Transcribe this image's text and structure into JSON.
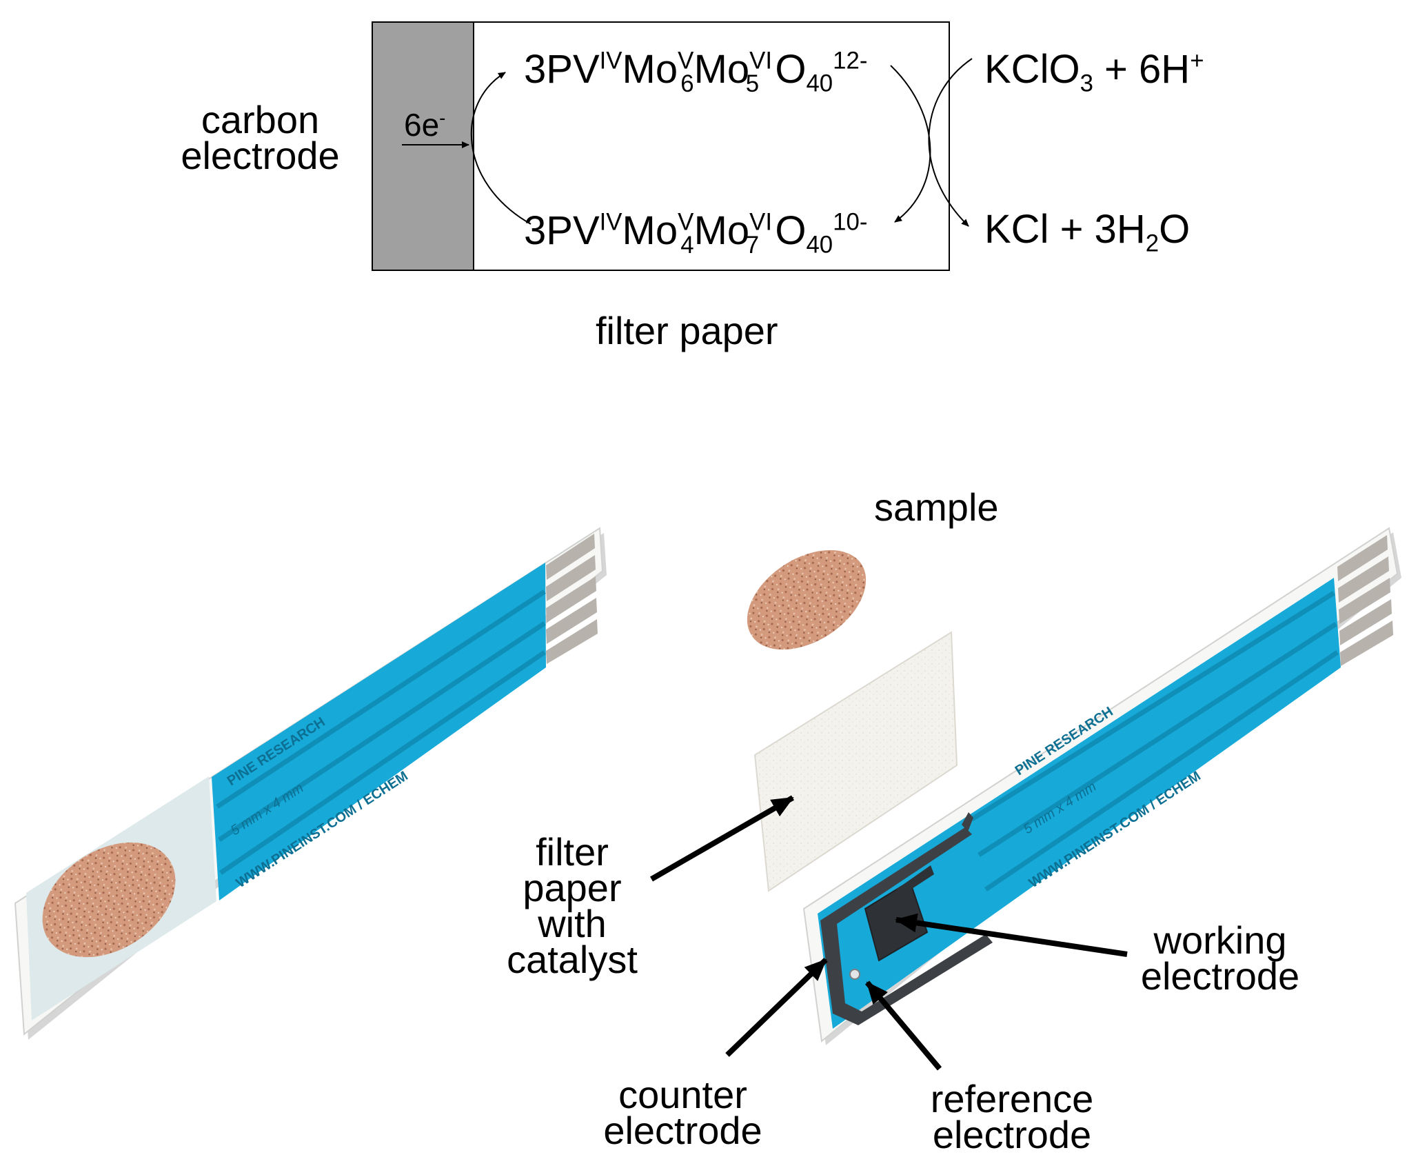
{
  "scheme": {
    "carbon_electrode_label": "carbon\nelectrode",
    "electrons_label": "6e",
    "electrons_charge": "-",
    "filter_paper_label": "filter paper",
    "reduced_pom": {
      "prefix": "3PV",
      "v_ox": "IV",
      "mo1": "Mo",
      "mo1_ox": "V",
      "mo1_n": "6",
      "mo2": "Mo",
      "mo2_ox": "VI",
      "mo2_n": "5",
      "o": "O",
      "o_n": "40",
      "charge": "12-"
    },
    "oxidized_pom": {
      "prefix": "3PV",
      "v_ox": "IV",
      "mo1": "Mo",
      "mo1_ox": "V",
      "mo1_n": "4",
      "mo2": "Mo",
      "mo2_ox": "VI",
      "mo2_n": "7",
      "o": "O",
      "o_n": "40",
      "charge": "10-"
    },
    "reactant": {
      "a": "KClO",
      "a_n": "3",
      "b": " + 6H",
      "b_charge": "+"
    },
    "product": {
      "a": "KCl + 3H",
      "a_n": "2",
      "b": "O"
    }
  },
  "device": {
    "sample_label": "sample",
    "filter_paper_catalyst_label": "filter\npaper\nwith\ncatalyst",
    "working_electrode_label": "working\nelectrode",
    "counter_electrode_label": "counter\nelectrode",
    "reference_electrode_label": "reference\nelectrode",
    "strip_text_brand": "PINE RESEARCH",
    "strip_text_size": "5 mm x 4 mm",
    "strip_text_url": "WWW.PINEINST.COM / ECHEM",
    "colors": {
      "strip_blue": "#17a9d8",
      "trace_blue": "#0f8fb8",
      "electrode_gray": "#3d4146",
      "contact_gray": "#b7b2ac",
      "sample_brown": "#c98b6e",
      "filter_paper": "#f3f1ec",
      "carbon_gray": "#a0a0a0"
    }
  }
}
